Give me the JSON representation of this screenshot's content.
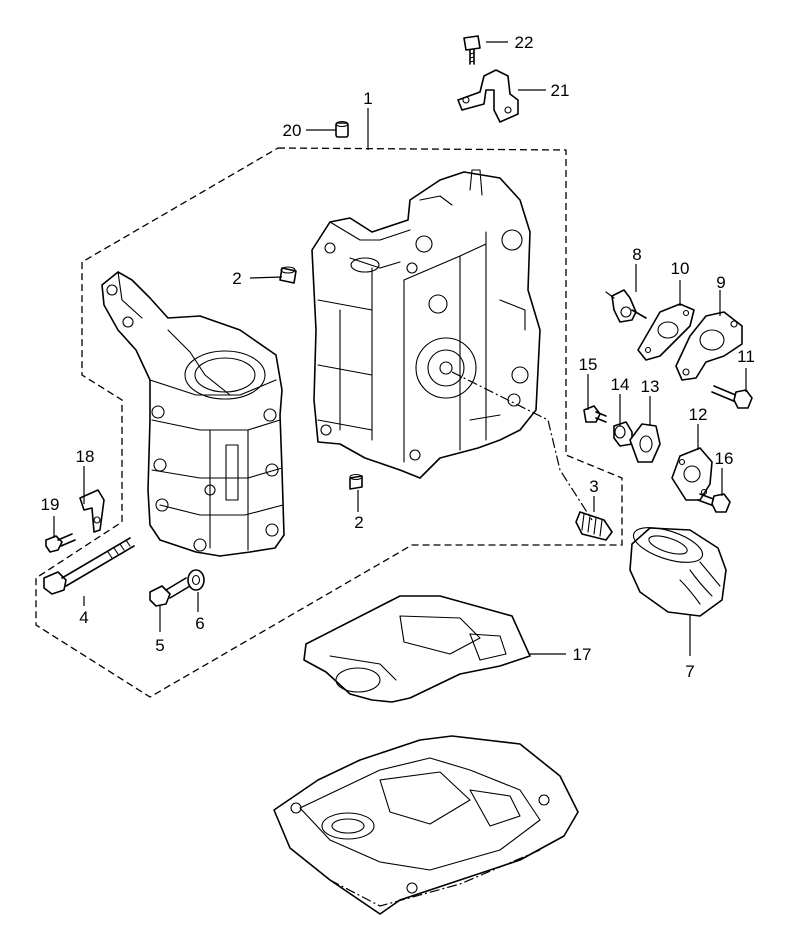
{
  "diagram": {
    "callouts": [
      {
        "id": "c1",
        "text": "1"
      },
      {
        "id": "c2a",
        "text": "2"
      },
      {
        "id": "c2b",
        "text": "2"
      },
      {
        "id": "c3",
        "text": "3"
      },
      {
        "id": "c4",
        "text": "4"
      },
      {
        "id": "c5",
        "text": "5"
      },
      {
        "id": "c6",
        "text": "6"
      },
      {
        "id": "c7",
        "text": "7"
      },
      {
        "id": "c8",
        "text": "8"
      },
      {
        "id": "c9",
        "text": "9"
      },
      {
        "id": "c10",
        "text": "10"
      },
      {
        "id": "c11",
        "text": "11"
      },
      {
        "id": "c12",
        "text": "12"
      },
      {
        "id": "c13",
        "text": "13"
      },
      {
        "id": "c14",
        "text": "14"
      },
      {
        "id": "c15",
        "text": "15"
      },
      {
        "id": "c16",
        "text": "16"
      },
      {
        "id": "c17",
        "text": "17"
      },
      {
        "id": "c18",
        "text": "18"
      },
      {
        "id": "c19",
        "text": "19"
      },
      {
        "id": "c20",
        "text": "20"
      },
      {
        "id": "c21",
        "text": "21"
      },
      {
        "id": "c22",
        "text": "22"
      }
    ]
  }
}
